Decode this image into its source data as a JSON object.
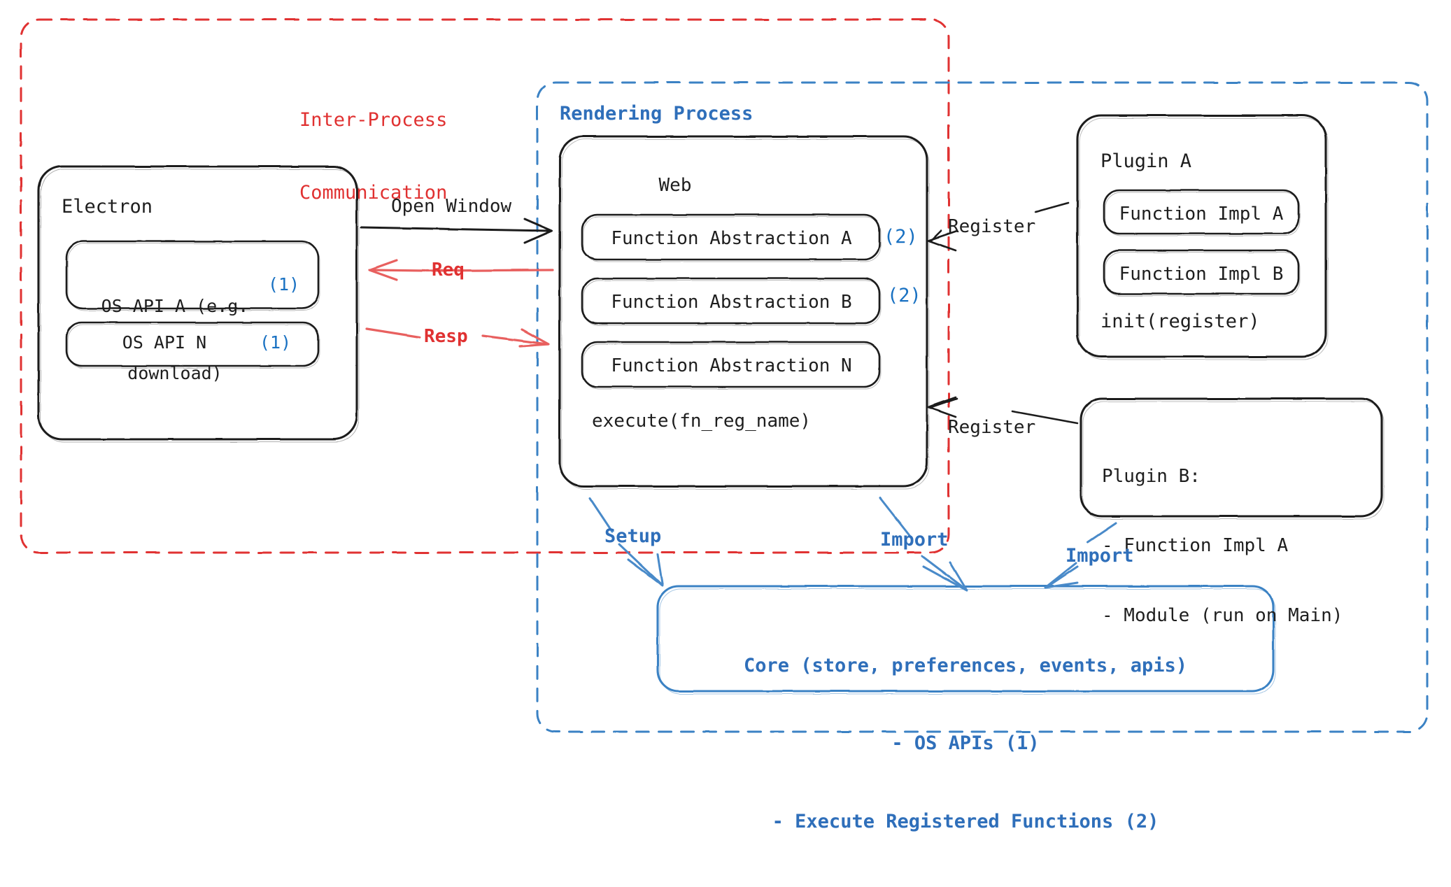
{
  "diagram": {
    "title_hint": "Electron plugin architecture",
    "colors": {
      "ink": "#1e1e1e",
      "red": "#e03131",
      "blue": "#2f6fba",
      "blue_dark": "#1971c2",
      "background": "#ffffff"
    }
  },
  "groups": {
    "ipc": {
      "label_line1": "Inter-Process",
      "label_line2": "Communication",
      "border_style": "dashed",
      "color": "#e03131"
    },
    "rendering": {
      "label": "Rendering Process",
      "border_style": "dashed",
      "color": "#2f6fba"
    }
  },
  "nodes": {
    "electron": {
      "title": "Electron",
      "children": [
        {
          "text_line1": "OS API A (e.g.",
          "text_line2": "download)",
          "marker": "(1)"
        },
        {
          "text_line1": "OS API N",
          "text_line2": "",
          "marker": "(1)"
        }
      ]
    },
    "web": {
      "title": "Web",
      "abstractions": [
        {
          "label": "Function Abstraction A",
          "marker": "(2)"
        },
        {
          "label": "Function Abstraction B",
          "marker": "(2)"
        },
        {
          "label": "Function Abstraction N",
          "marker": ""
        }
      ],
      "footer": "execute(fn_reg_name)"
    },
    "plugin_a": {
      "title": "Plugin A",
      "items": [
        "Function Impl A",
        "Function Impl B"
      ],
      "footer": "init(register)"
    },
    "plugin_b": {
      "title": "Plugin B:",
      "lines": [
        "- Function Impl A",
        "- Module (run on Main)"
      ]
    },
    "core": {
      "line1": "Core (store, preferences, events, apis)",
      "line2": "- OS APIs (1)",
      "line3": "- Execute Registered Functions (2)"
    }
  },
  "edges": {
    "open_window": {
      "label": "Open Window",
      "color": "#1e1e1e"
    },
    "req": {
      "label": "Req",
      "color": "#e03131"
    },
    "resp": {
      "label": "Resp",
      "color": "#e03131"
    },
    "register_top": {
      "label": "Register",
      "color": "#1e1e1e"
    },
    "register_bottom": {
      "label": "Register",
      "color": "#1e1e1e"
    },
    "setup": {
      "label": "Setup",
      "color": "#2f6fba"
    },
    "import_web": {
      "label": "Import",
      "color": "#2f6fba"
    },
    "import_plugin_b": {
      "label": "Import",
      "color": "#2f6fba"
    }
  }
}
